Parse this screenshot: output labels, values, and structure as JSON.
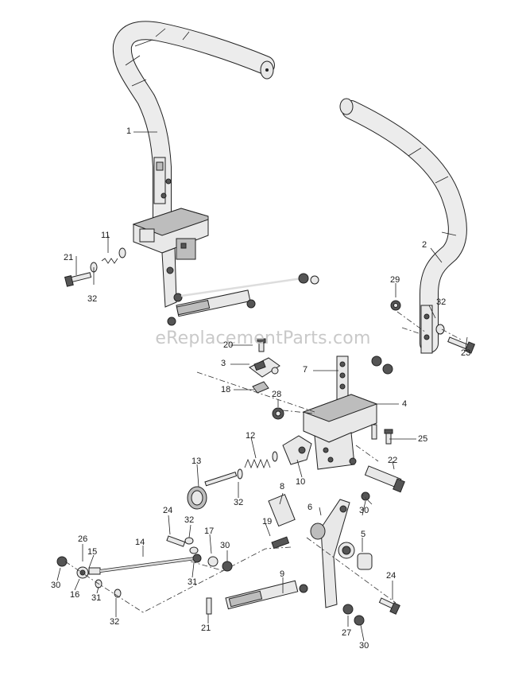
{
  "watermark": "eReplacementParts.com",
  "callouts": [
    {
      "id": "1",
      "text": "1"
    },
    {
      "id": "2",
      "text": "2"
    },
    {
      "id": "3",
      "text": "3"
    },
    {
      "id": "4",
      "text": "4"
    },
    {
      "id": "5",
      "text": "5"
    },
    {
      "id": "6",
      "text": "6"
    },
    {
      "id": "7",
      "text": "7"
    },
    {
      "id": "8",
      "text": "8"
    },
    {
      "id": "9",
      "text": "9"
    },
    {
      "id": "10",
      "text": "10"
    },
    {
      "id": "11",
      "text": "11"
    },
    {
      "id": "12",
      "text": "12"
    },
    {
      "id": "13",
      "text": "13"
    },
    {
      "id": "14",
      "text": "14"
    },
    {
      "id": "15",
      "text": "15"
    },
    {
      "id": "16",
      "text": "16"
    },
    {
      "id": "17",
      "text": "17"
    },
    {
      "id": "18",
      "text": "18"
    },
    {
      "id": "19",
      "text": "19"
    },
    {
      "id": "20",
      "text": "20"
    },
    {
      "id": "21a",
      "text": "21"
    },
    {
      "id": "21b",
      "text": "21"
    },
    {
      "id": "22",
      "text": "22"
    },
    {
      "id": "23",
      "text": "23"
    },
    {
      "id": "24a",
      "text": "24"
    },
    {
      "id": "24b",
      "text": "24"
    },
    {
      "id": "25",
      "text": "25"
    },
    {
      "id": "26",
      "text": "26"
    },
    {
      "id": "27",
      "text": "27"
    },
    {
      "id": "28",
      "text": "28"
    },
    {
      "id": "29",
      "text": "29"
    },
    {
      "id": "30a",
      "text": "30"
    },
    {
      "id": "30b",
      "text": "30"
    },
    {
      "id": "30c",
      "text": "30"
    },
    {
      "id": "30d",
      "text": "30"
    },
    {
      "id": "31a",
      "text": "31"
    },
    {
      "id": "31b",
      "text": "31"
    },
    {
      "id": "32a",
      "text": "32"
    },
    {
      "id": "32b",
      "text": "32"
    },
    {
      "id": "32c",
      "text": "32"
    },
    {
      "id": "32d",
      "text": "32"
    },
    {
      "id": "32e",
      "text": "32"
    }
  ]
}
